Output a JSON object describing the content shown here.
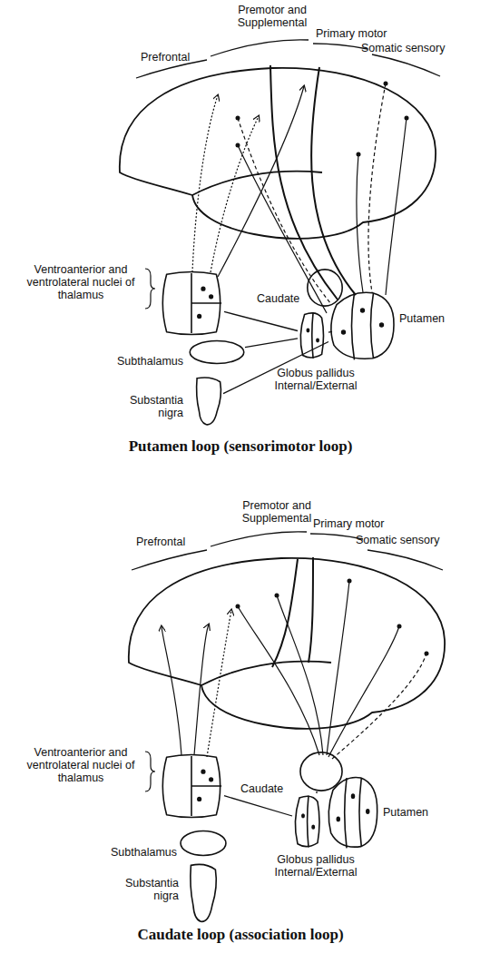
{
  "diagram": {
    "nodes": [
      {
        "text": [
          "Ventroanterior and ventrolateral nuclei of thalamus"
        ]
      },
      {
        "text": [
          "Caudate"
        ]
      },
      {
        "text": [
          "Putamen"
        ]
      },
      {
        "text": [
          "Subthalamus"
        ]
      },
      {
        "text": [
          "Substantia nigra"
        ]
      },
      {
        "text": [
          "Globus pallidus Internal/External"
        ]
      },
      {
        "text": [
          "Ventroanterior and ventrolateral nuclei of thalamus"
        ]
      },
      {
        "text": [
          "Caudate"
        ]
      },
      {
        "text": [
          "Putamen"
        ]
      },
      {
        "text": [
          "Subthalamus"
        ]
      },
      {
        "text": [
          "Substantia nigra"
        ]
      },
      {
        "text": [
          "Globus pallidus Internal/External"
        ]
      }
    ],
    "edges": [
      {
        "from": 2,
        "to": 5,
        "arrow": "none"
      },
      {
        "from": 5,
        "to": 0,
        "arrow": "none"
      },
      {
        "from": 5,
        "to": 3,
        "arrow": "none"
      },
      {
        "from": 4,
        "to": 2,
        "arrow": "none"
      },
      {
        "from": 7,
        "to": 11,
        "arrow": "none"
      },
      {
        "from": 11,
        "to": 6,
        "arrow": "none"
      }
    ],
    "labels": [
      "Prefrontal",
      "Premotor and Supplemental",
      "Primary motor",
      "Somatic sensory",
      "Putamen loop (sensorimotor loop)",
      "Prefrontal",
      "Premotor and Supplemental",
      "Primary motor",
      "Somatic sensory",
      "Caudate loop (association loop)"
    ]
  }
}
